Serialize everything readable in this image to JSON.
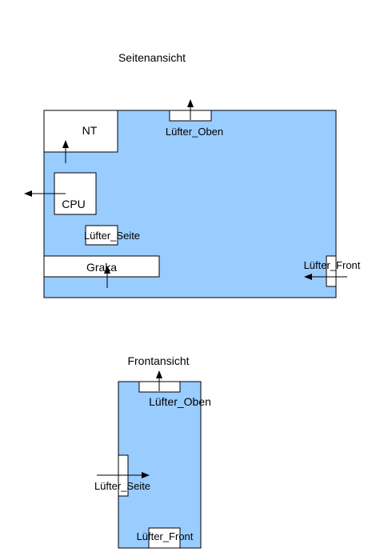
{
  "side_view": {
    "title": "Seitenansicht",
    "nt": "NT",
    "cpu": "CPU",
    "graka": "Graka",
    "fan_top": "Lüfter_Oben",
    "fan_side": "Lüfter_Seite",
    "fan_front": "Lüfter_Front"
  },
  "front_view": {
    "title": "Frontansicht",
    "fan_top": "Lüfter_Oben",
    "fan_side": "Lüfter_Seite",
    "fan_front": "Lüfter_Front"
  },
  "colors": {
    "case_fill": "#99ccff",
    "component_fill": "#ffffff",
    "stroke": "#000000"
  }
}
